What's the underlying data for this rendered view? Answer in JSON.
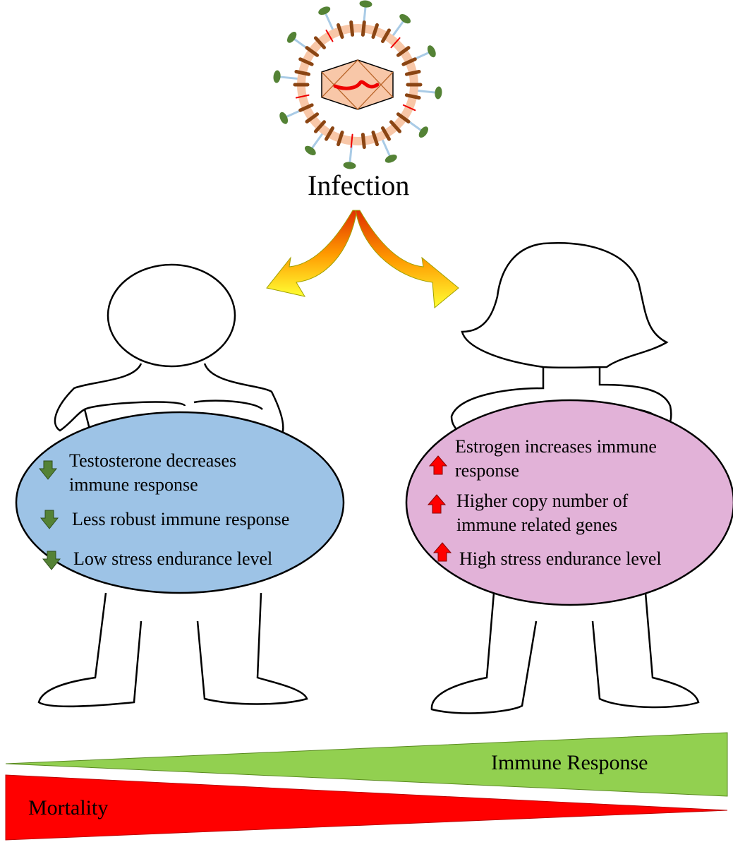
{
  "title": "Infection",
  "male": {
    "items": [
      {
        "text": "Testosterone decreases immune response",
        "line1": "Testosterone decreases",
        "line2": "immune response",
        "icon": "down-arrow"
      },
      {
        "text": "Less robust immune response",
        "line1": "Less robust immune response",
        "icon": "down-arrow"
      },
      {
        "text": "Low stress endurance level",
        "line1": "Low stress endurance level",
        "icon": "down-arrow"
      }
    ]
  },
  "female": {
    "items": [
      {
        "text": "Estrogen increases immune response",
        "line1": "Estrogen increases immune",
        "line2": "response",
        "icon": "up-arrow"
      },
      {
        "text": "Higher copy number of immune related genes",
        "line1": "Higher copy number of",
        "line2": "immune related genes",
        "icon": "up-arrow"
      },
      {
        "text": "High stress endurance level",
        "line1": "High stress endurance level",
        "icon": "up-arrow"
      }
    ]
  },
  "scales": {
    "immune": "Immune Response",
    "mortality": "Mortality"
  },
  "colors": {
    "male_oval": "#9dc3e6",
    "female_oval": "#e2b2d8",
    "down_arrow": "#548235",
    "up_arrow": "#ff0000",
    "immune_bar": "#92d050",
    "mortality_bar": "#ff0000"
  }
}
